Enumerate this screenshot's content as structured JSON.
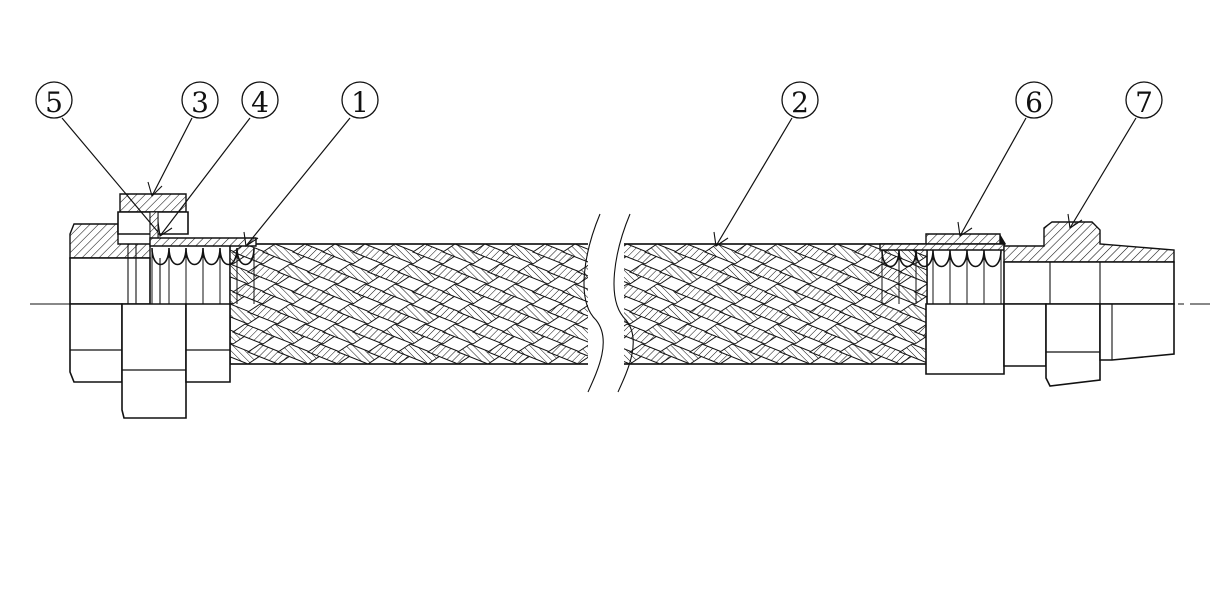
{
  "callouts": [
    {
      "id": "5",
      "label": "⑤"
    },
    {
      "id": "3",
      "label": "③"
    },
    {
      "id": "4",
      "label": "④"
    },
    {
      "id": "1",
      "label": "①"
    },
    {
      "id": "2",
      "label": "②"
    },
    {
      "id": "6",
      "label": "⑥"
    },
    {
      "id": "7",
      "label": "⑦"
    }
  ]
}
